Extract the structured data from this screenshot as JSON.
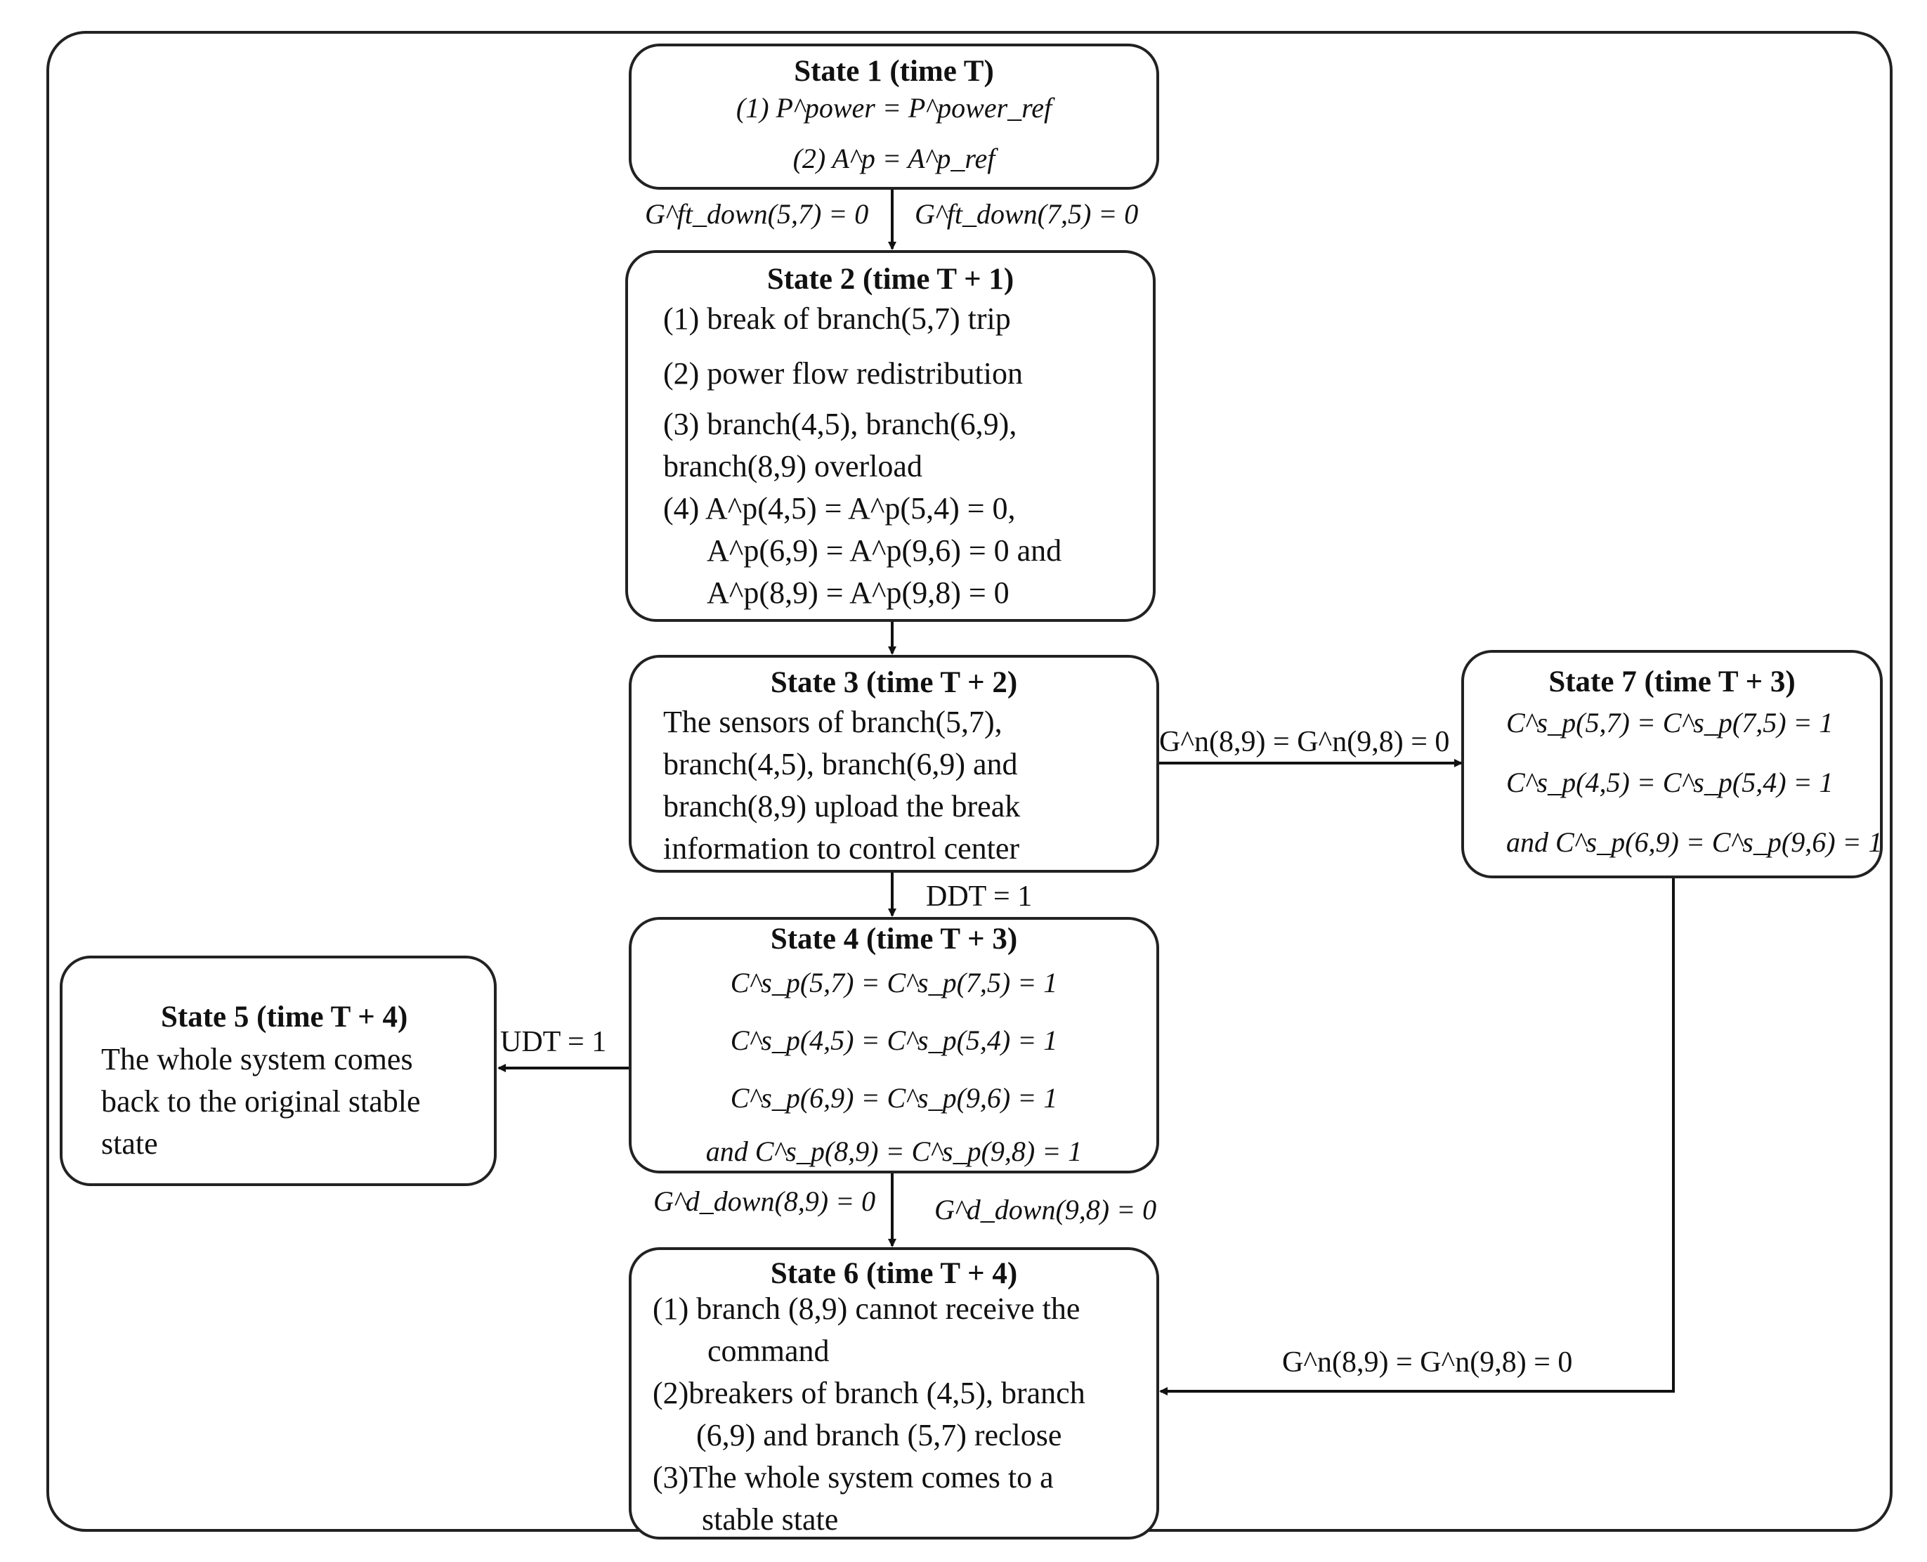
{
  "state1": {
    "title": "State 1 (time T)",
    "line1": "(1) P^power = P^power_ref",
    "line2": "(2) A^p = A^p_ref"
  },
  "edge_1_2": {
    "left": "G^ft_down(5,7) = 0",
    "right": "G^ft_down(7,5) = 0"
  },
  "state2": {
    "title": "State 2 (time T + 1)",
    "line1": "(1) break of branch(5,7) trip",
    "line2": "(2) power flow redistribution",
    "line3a": "(3) branch(4,5), branch(6,9),",
    "line3b": "branch(8,9) overload",
    "line4a": "(4) A^p(4,5) = A^p(5,4) = 0,",
    "line4b": "A^p(6,9) = A^p(9,6) = 0 and",
    "line4c": "A^p(8,9) = A^p(9,8) = 0"
  },
  "state3": {
    "title": "State 3 (time T + 2)",
    "line1": "The sensors of branch(5,7),",
    "line2": "branch(4,5), branch(6,9) and",
    "line3": "branch(8,9) upload the break",
    "line4": "information to control center"
  },
  "edge_3_7": {
    "label": "G^n(8,9) = G^n(9,8) = 0"
  },
  "state7": {
    "title": "State 7 (time T + 3)",
    "line1": "C^s_p(5,7) = C^s_p(7,5) = 1",
    "line2": "C^s_p(4,5) = C^s_p(5,4) = 1",
    "line3": "and C^s_p(6,9) = C^s_p(9,6) = 1"
  },
  "edge_3_4": {
    "label": "DDT = 1"
  },
  "state4": {
    "title": "State 4 (time T + 3)",
    "line1": "C^s_p(5,7) = C^s_p(7,5) = 1",
    "line2": "C^s_p(4,5) = C^s_p(5,4) = 1",
    "line3": "C^s_p(6,9) = C^s_p(9,6) = 1",
    "line4": "and C^s_p(8,9) = C^s_p(9,8) = 1"
  },
  "edge_4_5": {
    "label": "UDT = 1"
  },
  "state5": {
    "title": "State 5 (time T + 4)",
    "line1": "The whole system comes",
    "line2": "back to the original stable",
    "line3": "state"
  },
  "edge_4_6": {
    "left": "G^d_down(8,9) = 0",
    "right": "G^d_down(9,8) = 0"
  },
  "edge_7_6": {
    "label": "G^n(8,9) = G^n(9,8) = 0"
  },
  "state6": {
    "title": "State 6 (time T + 4)",
    "line1a": "(1) branch (8,9) cannot receive the",
    "line1b": "command",
    "line2a": "(2)breakers of branch (4,5), branch",
    "line2b": "(6,9) and branch (5,7) reclose",
    "line3a": "(3)The whole system comes  to a",
    "line3b": "stable state"
  }
}
